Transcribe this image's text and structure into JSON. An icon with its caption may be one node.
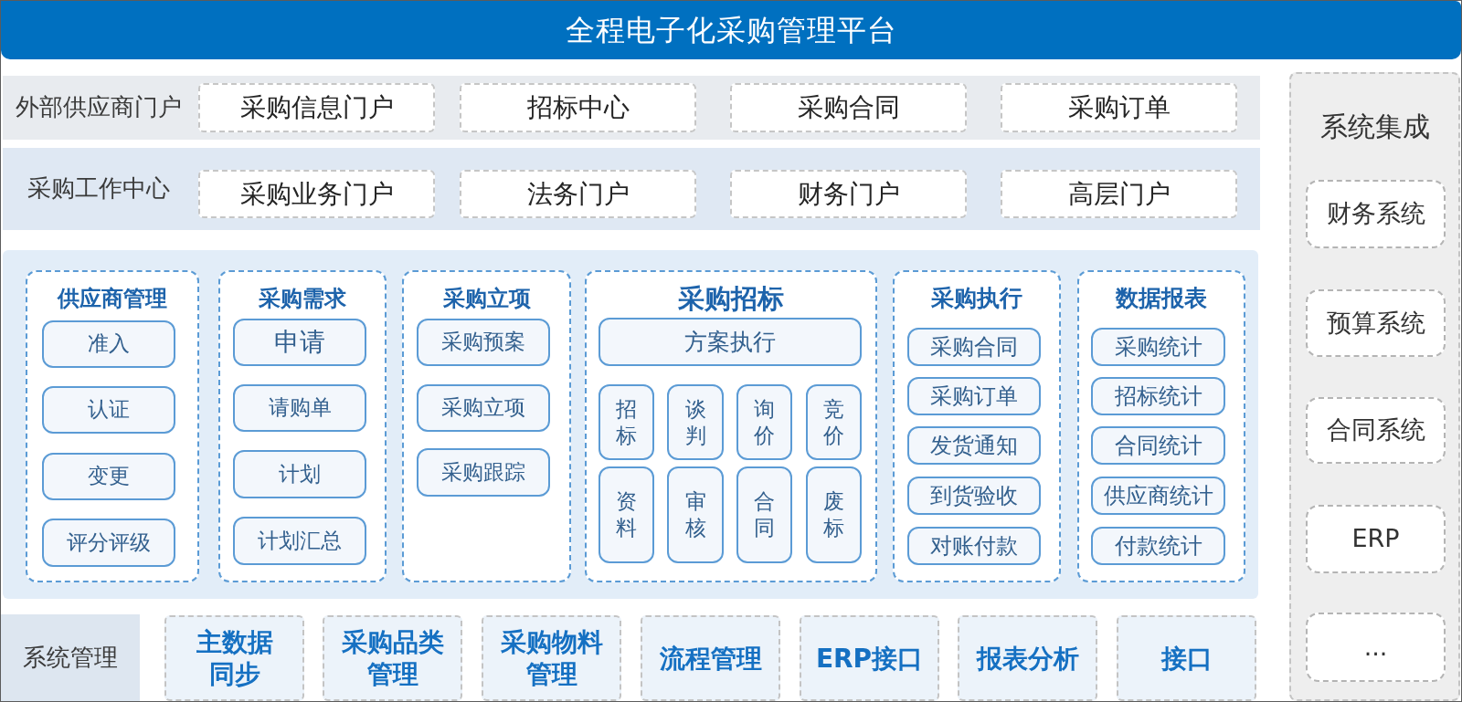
{
  "diagram": {
    "title": "全程电子化采购管理平台",
    "nodes": [
      {
        "text": [
          "外部供应商门户"
        ]
      },
      {
        "text": [
          "采购信息门户"
        ],
        "in": 0
      },
      {
        "text": [
          "招标中心"
        ],
        "in": 0
      },
      {
        "text": [
          "采购合同"
        ],
        "in": 0
      },
      {
        "text": [
          "采购订单"
        ],
        "in": 0
      },
      {
        "text": [
          "采购工作中心"
        ]
      },
      {
        "text": [
          "采购业务门户"
        ],
        "in": 5
      },
      {
        "text": [
          "法务门户"
        ],
        "in": 5
      },
      {
        "text": [
          "财务门户"
        ],
        "in": 5
      },
      {
        "text": [
          "高层门户"
        ],
        "in": 5
      },
      {
        "text": [],
        "shape": "box"
      },
      {
        "text": [
          "供应商管理"
        ],
        "in": 10
      },
      {
        "text": [
          "准入"
        ],
        "in": 11
      },
      {
        "text": [
          "认证"
        ],
        "in": 11
      },
      {
        "text": [
          "变更"
        ],
        "in": 11
      },
      {
        "text": [
          "评分评级"
        ],
        "in": 11
      },
      {
        "text": [
          "采购需求"
        ],
        "in": 10
      },
      {
        "text": [
          "申请"
        ],
        "in": 16
      },
      {
        "text": [
          "请购单"
        ],
        "in": 16
      },
      {
        "text": [
          "计划"
        ],
        "in": 16
      },
      {
        "text": [
          "计划汇总"
        ],
        "in": 16
      },
      {
        "text": [
          "采购立项"
        ],
        "in": 10
      },
      {
        "text": [
          "采购预案"
        ],
        "in": 21
      },
      {
        "text": [
          "采购立项"
        ],
        "in": 21
      },
      {
        "text": [
          "采购跟踪"
        ],
        "in": 21
      },
      {
        "text": [
          "采购招标"
        ],
        "in": 10
      },
      {
        "text": [
          "方案执行"
        ],
        "in": 25
      },
      {
        "text": [
          "招标"
        ],
        "in": 25
      },
      {
        "text": [
          "谈判"
        ],
        "in": 25
      },
      {
        "text": [
          "询价"
        ],
        "in": 25
      },
      {
        "text": [
          "竞价"
        ],
        "in": 25
      },
      {
        "text": [
          "资料"
        ],
        "in": 25
      },
      {
        "text": [
          "审核"
        ],
        "in": 25
      },
      {
        "text": [
          "合同"
        ],
        "in": 25
      },
      {
        "text": [
          "废标"
        ],
        "in": 25
      },
      {
        "text": [
          "采购执行"
        ],
        "in": 10
      },
      {
        "text": [
          "采购合同"
        ],
        "in": 35
      },
      {
        "text": [
          "采购订单"
        ],
        "in": 35
      },
      {
        "text": [
          "发货通知"
        ],
        "in": 35
      },
      {
        "text": [
          "到货验收"
        ],
        "in": 35
      },
      {
        "text": [
          "对账付款"
        ],
        "in": 35
      },
      {
        "text": [
          "数据报表"
        ],
        "in": 10
      },
      {
        "text": [
          "采购统计"
        ],
        "in": 41
      },
      {
        "text": [
          "招标统计"
        ],
        "in": 41
      },
      {
        "text": [
          "合同统计"
        ],
        "in": 41
      },
      {
        "text": [
          "供应商统计"
        ],
        "in": 41
      },
      {
        "text": [
          "付款统计"
        ],
        "in": 41
      },
      {
        "text": [
          "系统管理"
        ]
      },
      {
        "text": [
          "主数据同步"
        ]
      },
      {
        "text": [
          "采购品类管理"
        ]
      },
      {
        "text": [
          "采购物料管理"
        ]
      },
      {
        "text": [
          "流程管理"
        ]
      },
      {
        "text": [
          "ERP接口"
        ]
      },
      {
        "text": [
          "报表分析"
        ]
      },
      {
        "text": [
          "接口"
        ]
      },
      {
        "text": [
          "系统集成"
        ]
      },
      {
        "text": [
          "财务系统"
        ],
        "in": 55
      },
      {
        "text": [
          "预算系统"
        ],
        "in": 55
      },
      {
        "text": [
          "合同系统"
        ],
        "in": 55
      },
      {
        "text": [
          "ERP"
        ],
        "in": 55
      },
      {
        "text": [
          "..."
        ],
        "in": 55
      }
    ]
  }
}
